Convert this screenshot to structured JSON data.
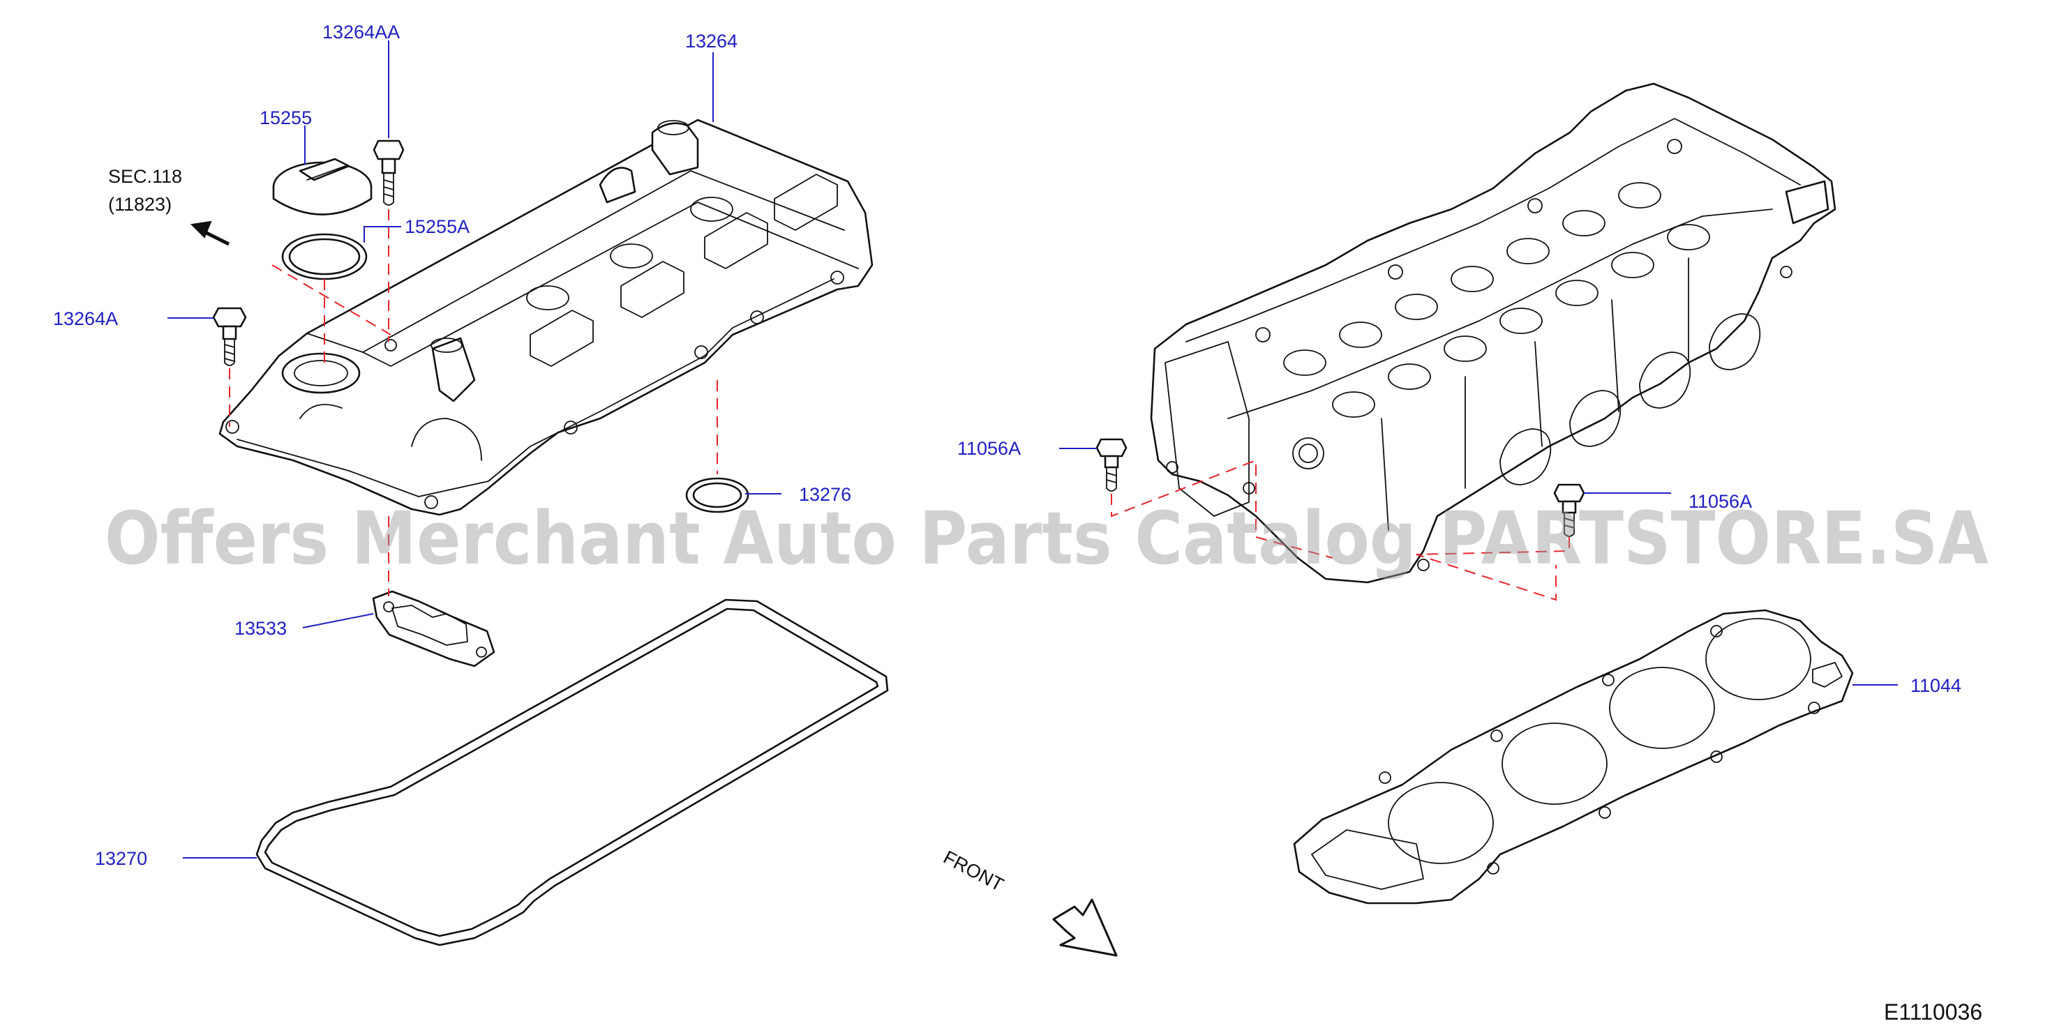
{
  "callouts": {
    "p13264AA": "13264AA",
    "p13264": "13264",
    "p15255": "15255",
    "p15255A": "15255A",
    "p13264A": "13264A",
    "p13276": "13276",
    "p13533": "13533",
    "p13270": "13270",
    "p11056A_left": "11056A",
    "p11056A_right": "11056A",
    "p11044": "11044"
  },
  "section_ref": {
    "line1": "SEC.118",
    "line2": "(11823)"
  },
  "front_label": "FRONT",
  "diagram_id": "E1110036",
  "watermark": "Offers Merchant Auto Parts Catalog PARTSTORE.SA",
  "colors": {
    "callout_text": "#1f1fc4",
    "dashed_lines": "#e8232a",
    "line_art": "#111111"
  }
}
